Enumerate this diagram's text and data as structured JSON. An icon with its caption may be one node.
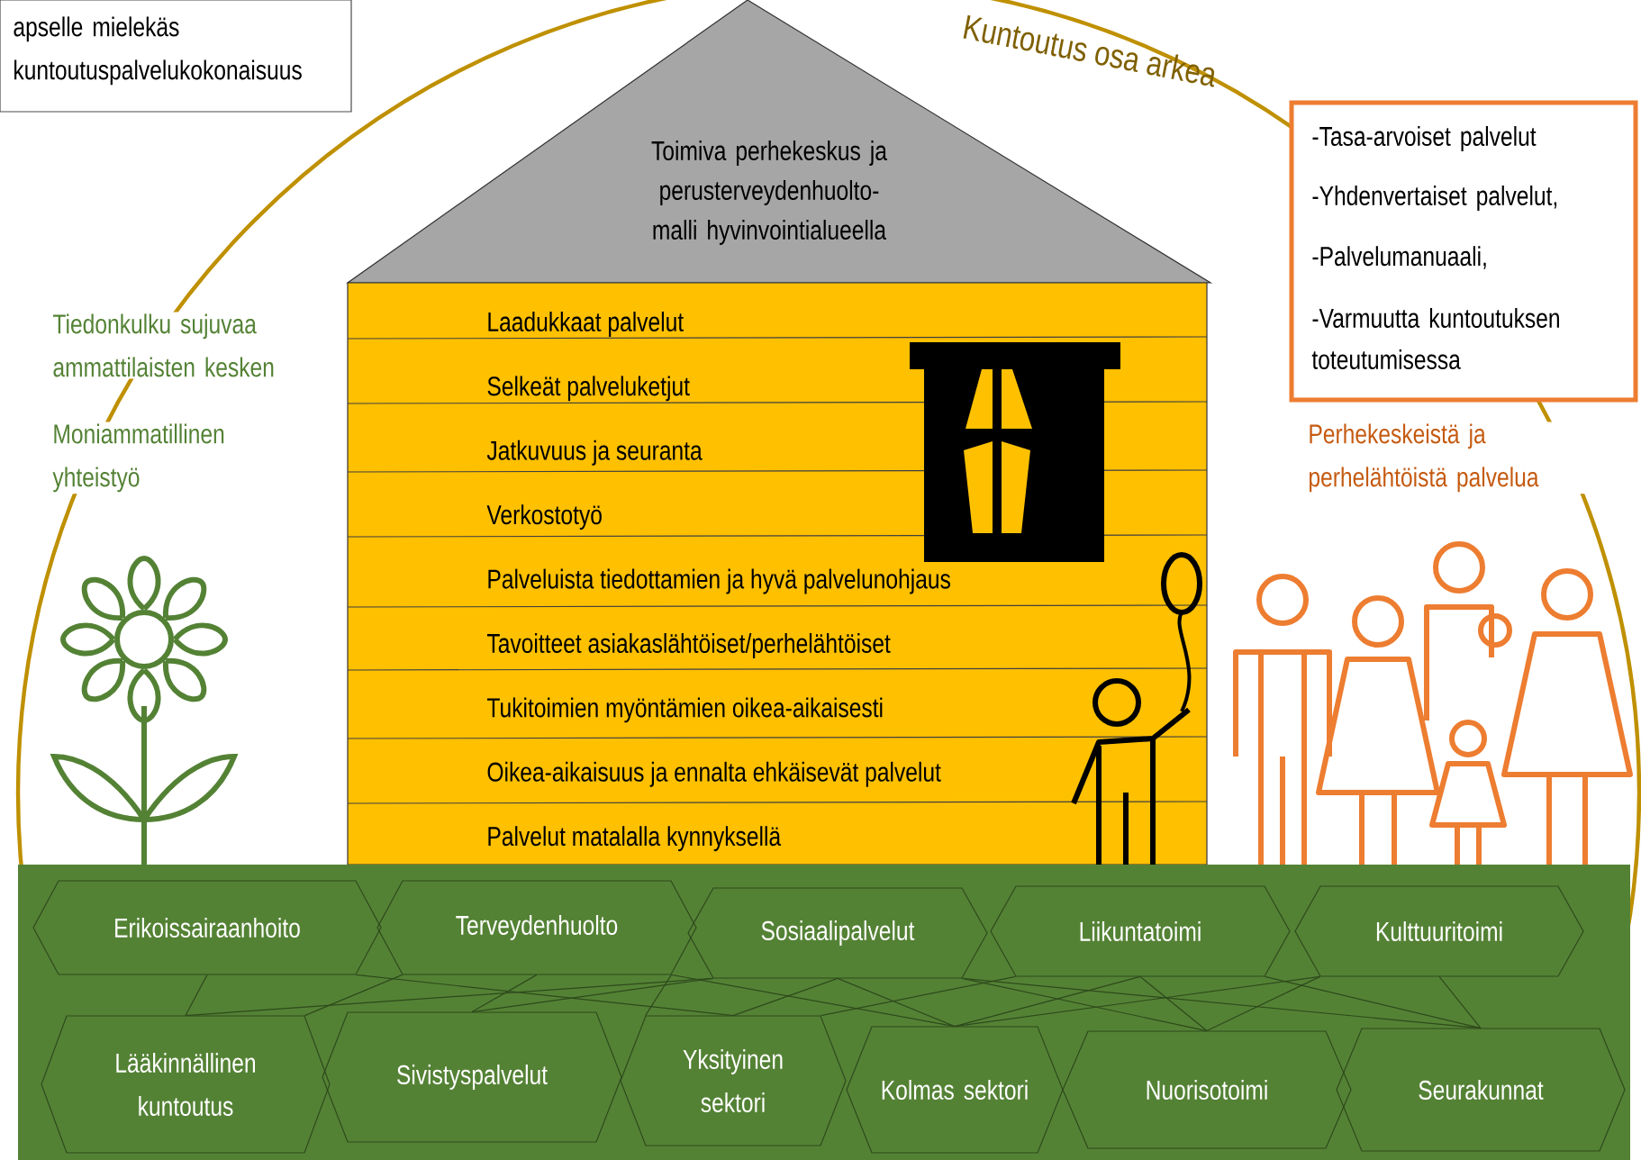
{
  "diagram": {
    "nodes": [
      {
        "text": [
          "apselle mielekäs kuntoutuspalvelukokonaisuus"
        ]
      },
      {
        "text": [
          "Toimiva perhekeskus ja perusterveydenhuolto-malli hyvinvointialueella"
        ]
      },
      {
        "text": [
          "Laadukkaat palvelut",
          "Selkeät palveluketjut",
          "Jatkuvuus ja seuranta",
          "Verkostotyö",
          "Palveluista tiedottamien ja hyvä palvelunohjaus",
          "Tavoitteet asiakaslähtöiset/perhelähtöiset",
          "Tukitoimien myöntämien oikea-aikaisesti",
          "Oikea-aikaisuus ja ennalta ehkäisevät palvelut",
          "Palvelut matalalla kynnyksellä"
        ]
      },
      {
        "text": [
          "-Tasa-arvoiset palvelut",
          "-Yhdenvertaiset palvelut,",
          "-Palvelumanuaali,",
          "-Varmuutta kuntoutuksen toteutumisessa"
        ]
      },
      {
        "text": [],
        "shape": "box"
      },
      {
        "text": [
          "Erikoissairaanhoito"
        ],
        "in": 4
      },
      {
        "text": [
          "Terveydenhuolto"
        ],
        "in": 4
      },
      {
        "text": [
          "Sosiaalipalvelut"
        ],
        "in": 4
      },
      {
        "text": [
          "Liikuntatoimi"
        ],
        "in": 4
      },
      {
        "text": [
          "Kulttuuritoimi"
        ],
        "in": 4
      },
      {
        "text": [
          "Lääkinnällinen kuntoutus"
        ],
        "in": 4
      },
      {
        "text": [
          "Sivistyspalvelut"
        ],
        "in": 4
      },
      {
        "text": [
          "Yksityinen sektori"
        ],
        "in": 4
      },
      {
        "text": [
          "Kolmas sektori"
        ],
        "in": 4
      },
      {
        "text": [
          "Nuorisotoimi"
        ],
        "in": 4
      },
      {
        "text": [
          "Seurakunnat"
        ],
        "in": 4
      }
    ],
    "edges": [
      {
        "from": 5,
        "to": 10,
        "arrow": "none"
      },
      {
        "from": 5,
        "to": 12,
        "arrow": "none"
      },
      {
        "from": 6,
        "to": 10,
        "arrow": "none"
      },
      {
        "from": 6,
        "to": 11,
        "arrow": "none"
      },
      {
        "from": 6,
        "to": 12,
        "arrow": "none"
      },
      {
        "from": 6,
        "to": 13,
        "arrow": "none"
      },
      {
        "from": 7,
        "to": 10,
        "arrow": "none"
      },
      {
        "from": 7,
        "to": 11,
        "arrow": "none"
      },
      {
        "from": 7,
        "to": 12,
        "arrow": "none"
      },
      {
        "from": 7,
        "to": 13,
        "arrow": "none"
      },
      {
        "from": 7,
        "to": 14,
        "arrow": "none"
      },
      {
        "from": 7,
        "to": 15,
        "arrow": "none"
      },
      {
        "from": 8,
        "to": 12,
        "arrow": "none"
      },
      {
        "from": 8,
        "to": 13,
        "arrow": "none"
      },
      {
        "from": 8,
        "to": 14,
        "arrow": "none"
      },
      {
        "from": 8,
        "to": 15,
        "arrow": "none"
      },
      {
        "from": 9,
        "to": 13,
        "arrow": "none"
      },
      {
        "from": 9,
        "to": 14,
        "arrow": "none"
      },
      {
        "from": 9,
        "to": 15,
        "arrow": "none"
      }
    ],
    "labels": [
      "Kuntoutus osa arkea",
      "Tiedonkulku sujuvaa ammattilaisten kesken",
      "Moniammatillinen yhteistyö",
      "Perhekeskeistä ja perhelähtöistä palvelua"
    ]
  }
}
